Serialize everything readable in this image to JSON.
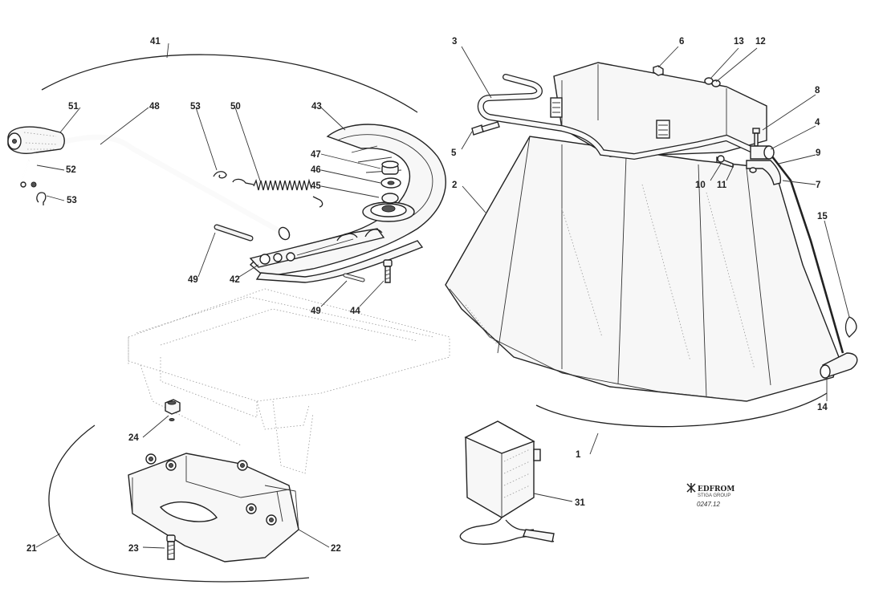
{
  "labels": {
    "l1": "1",
    "l2": "2",
    "l3": "3",
    "l4": "4",
    "l5": "5",
    "l6": "6",
    "l7": "7",
    "l8": "8",
    "l9": "9",
    "l10": "10",
    "l11": "11",
    "l12": "12",
    "l13": "13",
    "l14": "14",
    "l15": "15",
    "l21": "21",
    "l22": "22",
    "l23": "23",
    "l24": "24",
    "l31": "31",
    "l41": "41",
    "l42": "42",
    "l43": "43",
    "l44": "44",
    "l45": "45",
    "l46": "46",
    "l47": "47",
    "l48": "48",
    "l49a": "49",
    "l49b": "49",
    "l50": "50",
    "l51": "51",
    "l52": "52",
    "l53a": "53",
    "l53b": "53"
  },
  "logo": {
    "brand": "EDFROM",
    "tagline": "STIGA GROUP",
    "code": "0247.12"
  }
}
